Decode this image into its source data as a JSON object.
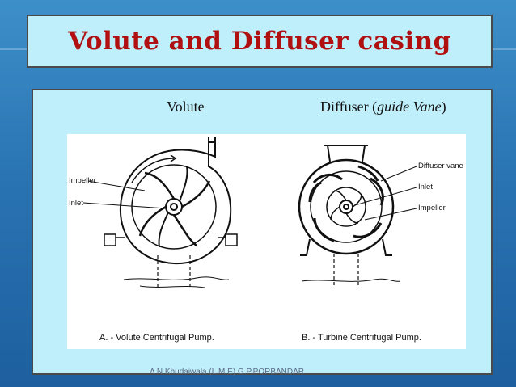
{
  "title": "Volute and Diffuser casing",
  "labels": {
    "volute": "Volute",
    "diffuser_prefix": "Diffuser (",
    "diffuser_italic": "guide Vane",
    "diffuser_suffix": ")"
  },
  "figure": {
    "left_callouts": {
      "impeller": "Impeller",
      "inlet": "Inlet"
    },
    "right_callouts": {
      "diffuser_vane": "Diffuser vane",
      "inlet": "Inlet",
      "impeller": "Impeller"
    },
    "caption_a": "A. - Volute Centrifugal Pump.",
    "caption_b": "B. - Turbine Centrifugal Pump."
  },
  "footer": "A N Khudaiwala  (L.M.E) G.P.PORBANDAR"
}
